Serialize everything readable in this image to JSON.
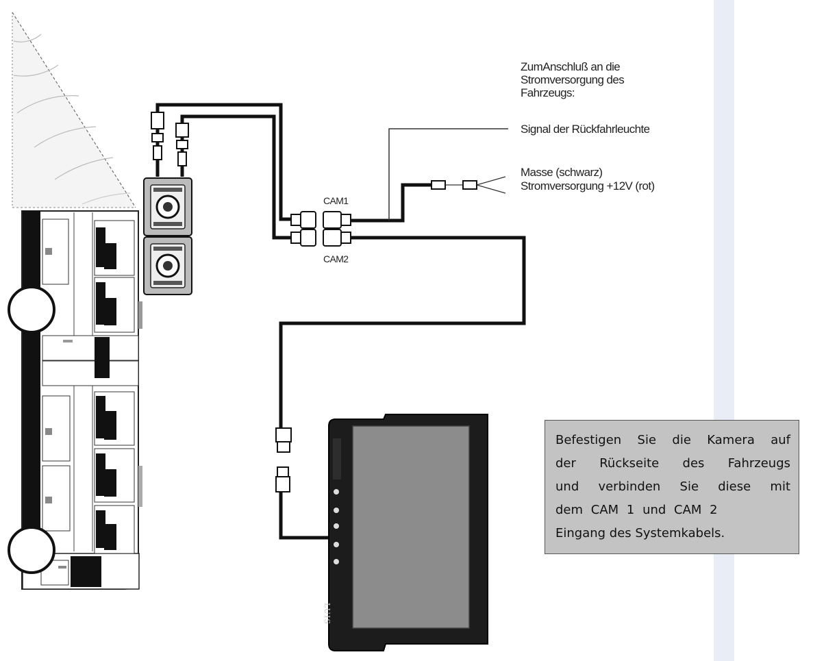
{
  "power_note": {
    "lines": [
      "ZumAnschluß an die",
      "Stromversorgung des",
      "Fahrzeugs:"
    ]
  },
  "wire_labels": {
    "reverse_signal": "Signal der Rückfahrleuchte",
    "ground": "Masse (schwarz)",
    "supply": "Stromversorgung +12V (rot)",
    "cam1": "CAM1",
    "cam2": "CAM2"
  },
  "monitor": {
    "brand": "LUIS"
  },
  "instruction": {
    "lines": [
      "Befestigen Sie die Kamera auf",
      "der Rückseite des Fahrzeugs",
      "und verbinden Sie diese mit",
      "dem CAM 1 und CAM 2",
      "Eingang des Systemkabels."
    ]
  },
  "colors": {
    "cable": "#111111",
    "box_fill": "#c3c3c3",
    "screen": "#8c8c8c",
    "strip": "#e9eef6"
  },
  "icons": [
    "bus-top-view-icon",
    "camera-icon",
    "monitor-icon",
    "rca-connector-icon",
    "viewing-angle-icon"
  ]
}
